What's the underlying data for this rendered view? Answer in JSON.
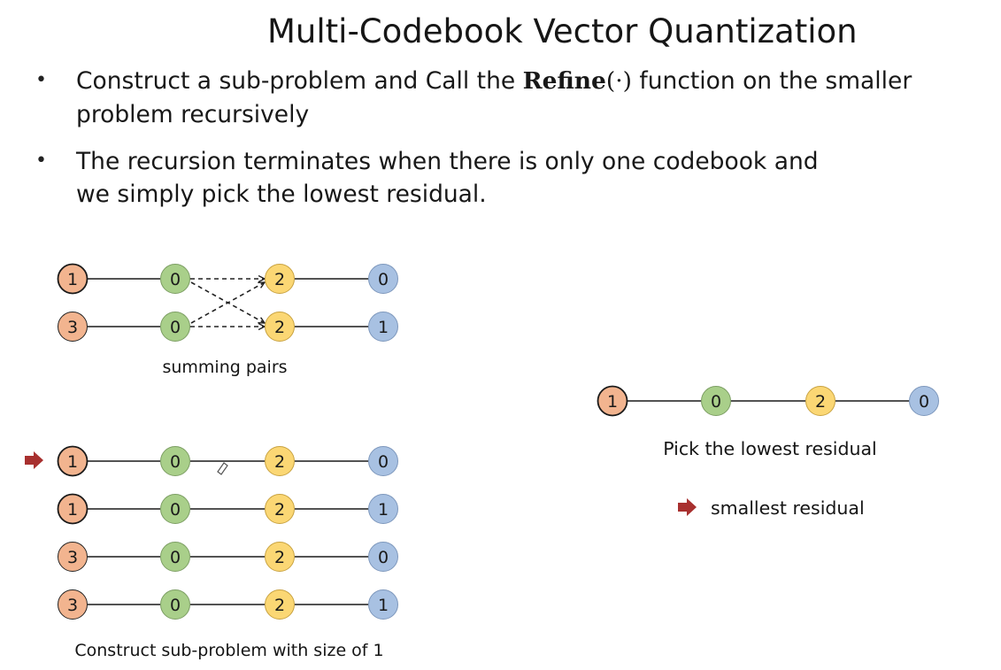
{
  "title": "Multi-Codebook Vector Quantization",
  "bullets": [
    {
      "line1_pre": "Construct a sub-problem and Call the ",
      "line1_func": "Refine",
      "line1_arg": "(·)",
      "line1_post": " function on the smaller",
      "line2": "problem recursively"
    },
    {
      "line1": "The recursion terminates when there is only one codebook and",
      "line2": "we simply pick the lowest residual."
    }
  ],
  "colors": {
    "orange": "#f2b48f",
    "green": "#a9cf8a",
    "yellow": "#fbd774",
    "blue": "#a8c1e2",
    "arrow": "#a8302f"
  },
  "summing": {
    "caption": "summing pairs",
    "rows": [
      [
        "1",
        "0",
        "2",
        "0"
      ],
      [
        "3",
        "0",
        "2",
        "1"
      ]
    ]
  },
  "subproblem": {
    "caption": "Construct sub-problem with size of 1",
    "rows": [
      [
        "1",
        "0",
        "2",
        "0"
      ],
      [
        "1",
        "0",
        "2",
        "1"
      ],
      [
        "3",
        "0",
        "2",
        "0"
      ],
      [
        "3",
        "0",
        "2",
        "1"
      ]
    ]
  },
  "pick": {
    "row": [
      "1",
      "0",
      "2",
      "0"
    ],
    "caption": "Pick the lowest residual",
    "legend": "smallest residual"
  }
}
